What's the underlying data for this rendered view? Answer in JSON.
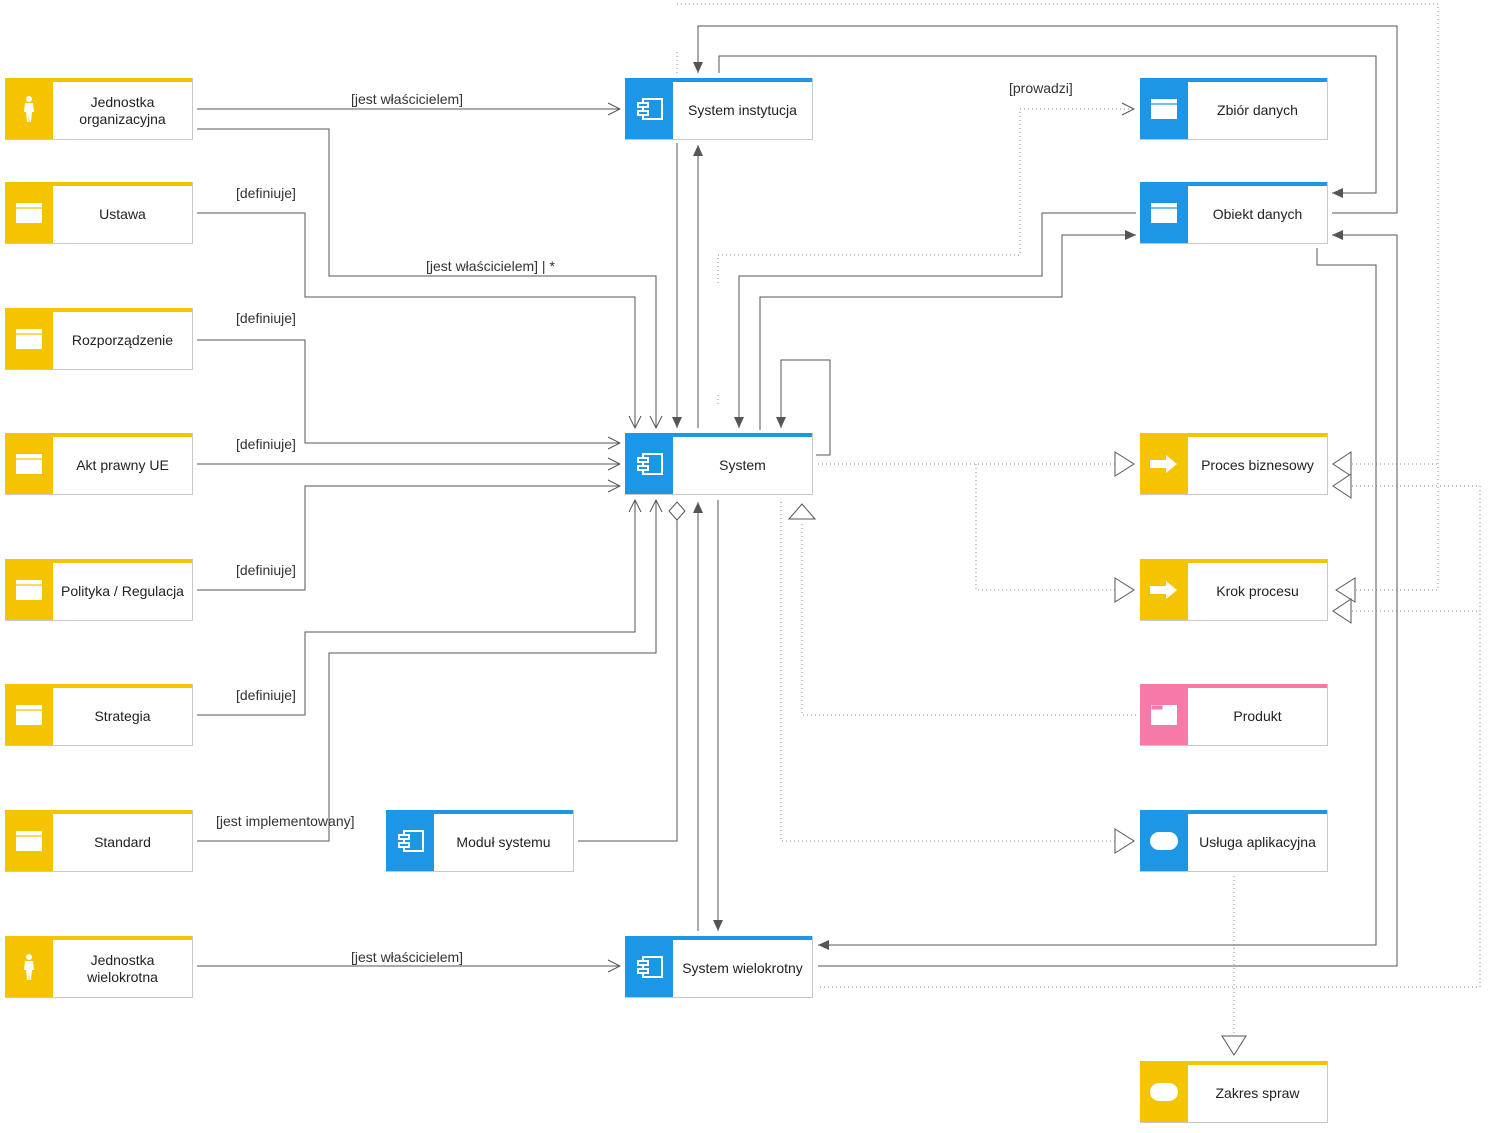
{
  "colors": {
    "org": "#f5c400",
    "doc": "#f5c400",
    "app": "#1e96e6",
    "process": "#f5c400",
    "product": "#f57aa8",
    "service": "#1e96e6",
    "business_service": "#f5c400",
    "line": "#555555",
    "dotted": "#888888"
  },
  "nodes": {
    "jednostka_org": {
      "label": "Jednostka organizacyjna",
      "icon": "person-icon"
    },
    "ustawa": {
      "label": "Ustawa",
      "icon": "document-icon"
    },
    "rozporzadzenie": {
      "label": "Rozporządzenie",
      "icon": "document-icon"
    },
    "akt_prawny": {
      "label": "Akt prawny UE",
      "icon": "document-icon"
    },
    "polityka": {
      "label": "Polityka / Regulacja",
      "icon": "document-icon"
    },
    "strategia": {
      "label": "Strategia",
      "icon": "document-icon"
    },
    "standard": {
      "label": "Standard",
      "icon": "document-icon"
    },
    "jednostka_wiel": {
      "label": "Jednostka wielokrotna",
      "icon": "person-icon"
    },
    "system_inst": {
      "label": "System instytucja",
      "icon": "component-icon"
    },
    "system": {
      "label": "System",
      "icon": "component-icon"
    },
    "modul": {
      "label": "Moduł systemu",
      "icon": "component-icon"
    },
    "system_wiel": {
      "label": "System wielokrotny",
      "icon": "component-icon"
    },
    "zbior": {
      "label": "Zbiór danych",
      "icon": "data-icon"
    },
    "obiekt": {
      "label": "Obiekt danych",
      "icon": "data-icon"
    },
    "proces": {
      "label": "Proces biznesowy",
      "icon": "process-arrow-icon"
    },
    "krok": {
      "label": "Krok procesu",
      "icon": "process-arrow-icon"
    },
    "produkt": {
      "label": "Produkt",
      "icon": "product-icon"
    },
    "usluga": {
      "label": "Usługa aplikacyjna",
      "icon": "service-icon"
    },
    "zakres": {
      "label": "Zakres spraw",
      "icon": "service-icon"
    }
  },
  "relations": {
    "owner1": "[jest właścicielem]",
    "owner_star": "[jest właścicielem] | *",
    "def_ustawa": "[definiuje]",
    "def_rozp": "[definiuje]",
    "def_akt": "[definiuje]",
    "def_polityka": "[definiuje]",
    "def_strategia": "[definiuje]",
    "impl": "[jest implementowany]",
    "owner2": "[jest właścicielem]",
    "prowadzi": "[prowadzi]"
  }
}
